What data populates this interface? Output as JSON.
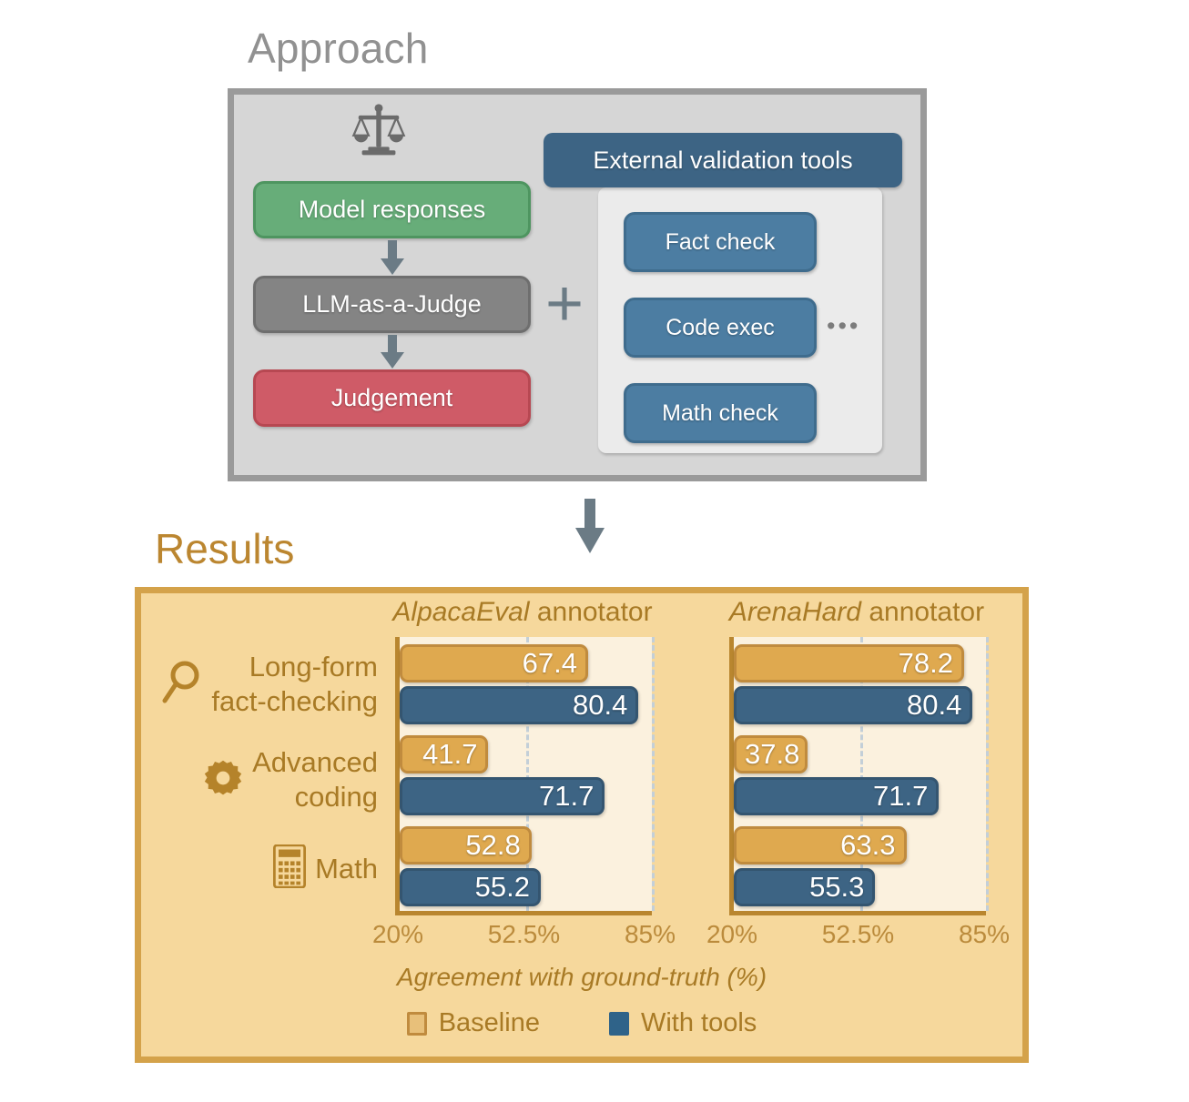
{
  "approach": {
    "title": "Approach",
    "scales_icon": "balance-scales-icon",
    "flow": [
      {
        "id": "model-responses",
        "label": "Model responses",
        "color": "#67ad79"
      },
      {
        "id": "llm-judge",
        "label": "LLM-as-a-Judge",
        "color": "#848484"
      },
      {
        "id": "judgement",
        "label": "Judgement",
        "color": "#cf5b67"
      }
    ],
    "plus": "+",
    "tools_header": "External validation tools",
    "tools": [
      {
        "id": "fact-check",
        "label": "Fact check"
      },
      {
        "id": "code-exec",
        "label": "Code exec"
      },
      {
        "id": "math-check",
        "label": "Math check"
      }
    ],
    "ellipsis": "•••"
  },
  "results": {
    "title": "Results",
    "categories": [
      {
        "icon": "magnifier-icon",
        "line1": "Long-form",
        "line2": "fact-checking"
      },
      {
        "icon": "gear-icon",
        "line1": "Advanced",
        "line2": "coding"
      },
      {
        "icon": "calculator-icon",
        "line1": "Math",
        "line2": ""
      }
    ],
    "legend": [
      {
        "name": "Baseline",
        "color": "#dfa94f"
      },
      {
        "name": "With tools",
        "color": "#3d6484"
      }
    ]
  },
  "chart_data": {
    "type": "bar",
    "orientation": "horizontal",
    "title": "",
    "xlabel": "Agreement with ground-truth (%)",
    "ylabel": "",
    "xlim": [
      20,
      85
    ],
    "xticks": [
      20,
      52.5,
      85
    ],
    "xtick_labels": [
      "20%",
      "52.5%",
      "85%"
    ],
    "grid": "vertical-dashed-at-52.5-and-85",
    "legend_position": "bottom-center",
    "categories": [
      "Long-form fact-checking",
      "Advanced coding",
      "Math"
    ],
    "panels": [
      {
        "name": "AlpacaEval annotator",
        "name_italic_part": "AlpacaEval",
        "name_rest": "annotator",
        "series": [
          {
            "name": "Baseline",
            "color": "#dfa94f",
            "values": [
              67.4,
              41.7,
              52.8
            ]
          },
          {
            "name": "With tools",
            "color": "#3d6484",
            "values": [
              80.4,
              71.7,
              55.2
            ]
          }
        ]
      },
      {
        "name": "ArenaHard annotator",
        "name_italic_part": "ArenaHard",
        "name_rest": "annotator",
        "series": [
          {
            "name": "Baseline",
            "color": "#dfa94f",
            "values": [
              78.2,
              37.8,
              63.3
            ]
          },
          {
            "name": "With tools",
            "color": "#3d6484",
            "values": [
              80.4,
              71.7,
              55.3
            ]
          }
        ]
      }
    ]
  }
}
